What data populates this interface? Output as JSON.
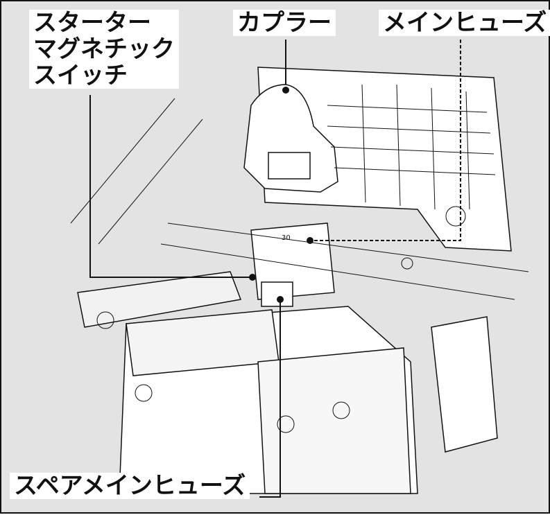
{
  "labels": {
    "starter_magnetic_switch": [
      "スターター",
      "マグネチック",
      "スイッチ"
    ],
    "coupler": "カプラー",
    "main_fuse": "メインヒューズ",
    "spare_main_fuse": "スペアメインヒューズ"
  },
  "fuse_rating_text": "30",
  "colors": {
    "background": "#e3e3e3",
    "line": "#111111",
    "label_background": "#ffffff"
  }
}
